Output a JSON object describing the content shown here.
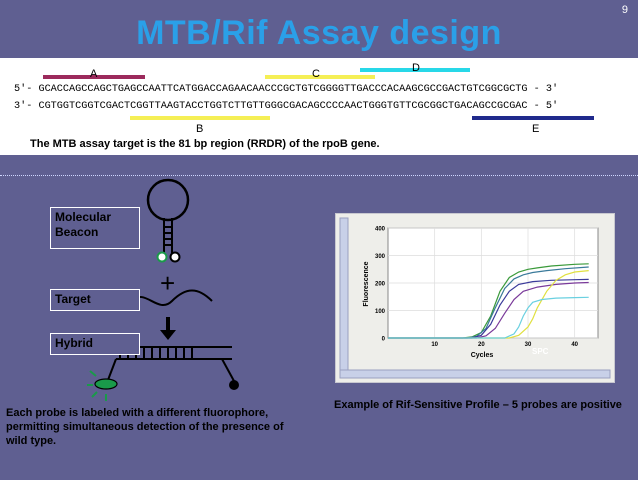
{
  "slide_number": "9",
  "title": "MTB/Rif Assay design",
  "sequence": {
    "top_strand": "5'- GCACCAGCCAGCTGAGCCAATTCATGGACCAGAACAACCCGCTGTCGGGGTTGACCCACAAGCGCCGACTGTCGGCGCTG - 3'",
    "bottom_strand": "3'- CGTGGTCGGTCGACTCGGTTAAGTACCTGGTCTTGTTGGGCGACAGCCCCAACTGGGTGTTCGCGGCTGACAGCCGCGAC - 5'",
    "caption": "The MTB assay target is the 81 bp region (RRDR) of the rpoB gene.",
    "regions": [
      {
        "label": "A",
        "color": "#9c2a5c"
      },
      {
        "label": "B",
        "color": "#f5ef55"
      },
      {
        "label": "C",
        "color": "#f5ef55"
      },
      {
        "label": "D",
        "color": "#28d8e8"
      },
      {
        "label": "E",
        "color": "#202a8c"
      }
    ]
  },
  "diagram": {
    "beacon_label": "Molecular Beacon",
    "target_label": "Target",
    "hybrid_label": "Hybrid",
    "plus": "+",
    "caption": "Each probe is labeled with a different fluorophore, permitting simultaneous detection of the presence of wild type."
  },
  "chart_data": {
    "type": "line",
    "title": "",
    "xlabel": "Cycles",
    "ylabel": "Fluorescence",
    "xlim": [
      0,
      45
    ],
    "ylim": [
      0,
      400
    ],
    "xticks": [
      10,
      20,
      30,
      40
    ],
    "yticks": [
      0,
      100,
      200,
      300,
      400
    ],
    "annotation": "SPC",
    "series": [
      {
        "color": "#3a9a3a",
        "x": [
          0,
          16,
          18,
          20,
          22,
          24,
          26,
          28,
          30,
          32,
          35,
          40,
          43
        ],
        "y": [
          0,
          0,
          4,
          20,
          80,
          170,
          220,
          240,
          250,
          255,
          262,
          268,
          270
        ]
      },
      {
        "color": "#3a7a9a",
        "x": [
          0,
          17,
          19,
          21,
          23,
          25,
          27,
          29,
          31,
          34,
          38,
          43
        ],
        "y": [
          0,
          0,
          6,
          35,
          110,
          180,
          215,
          230,
          238,
          245,
          252,
          258
        ]
      },
      {
        "color": "#3a3a9a",
        "x": [
          0,
          18,
          20,
          22,
          24,
          26,
          28,
          31,
          35,
          40,
          43
        ],
        "y": [
          0,
          0,
          10,
          50,
          120,
          170,
          195,
          205,
          210,
          212,
          213
        ]
      },
      {
        "color": "#7a3a9a",
        "x": [
          0,
          19,
          21,
          23,
          25,
          27,
          29,
          32,
          36,
          40,
          43
        ],
        "y": [
          0,
          0,
          8,
          35,
          90,
          140,
          170,
          185,
          195,
          200,
          202
        ]
      },
      {
        "color": "#e0e040",
        "x": [
          0,
          26,
          28,
          30,
          31,
          32,
          34,
          36,
          38,
          40,
          43
        ],
        "y": [
          0,
          0,
          10,
          40,
          70,
          110,
          170,
          210,
          230,
          240,
          245
        ]
      },
      {
        "color": "#6ad0e0",
        "x": [
          0,
          25,
          27,
          28,
          29,
          30,
          31,
          33,
          36,
          40,
          43
        ],
        "y": [
          0,
          0,
          15,
          40,
          80,
          110,
          130,
          140,
          145,
          147,
          148
        ]
      }
    ]
  },
  "chart_caption": "Example of Rif-Sensitive Profile – 5 probes are positive"
}
